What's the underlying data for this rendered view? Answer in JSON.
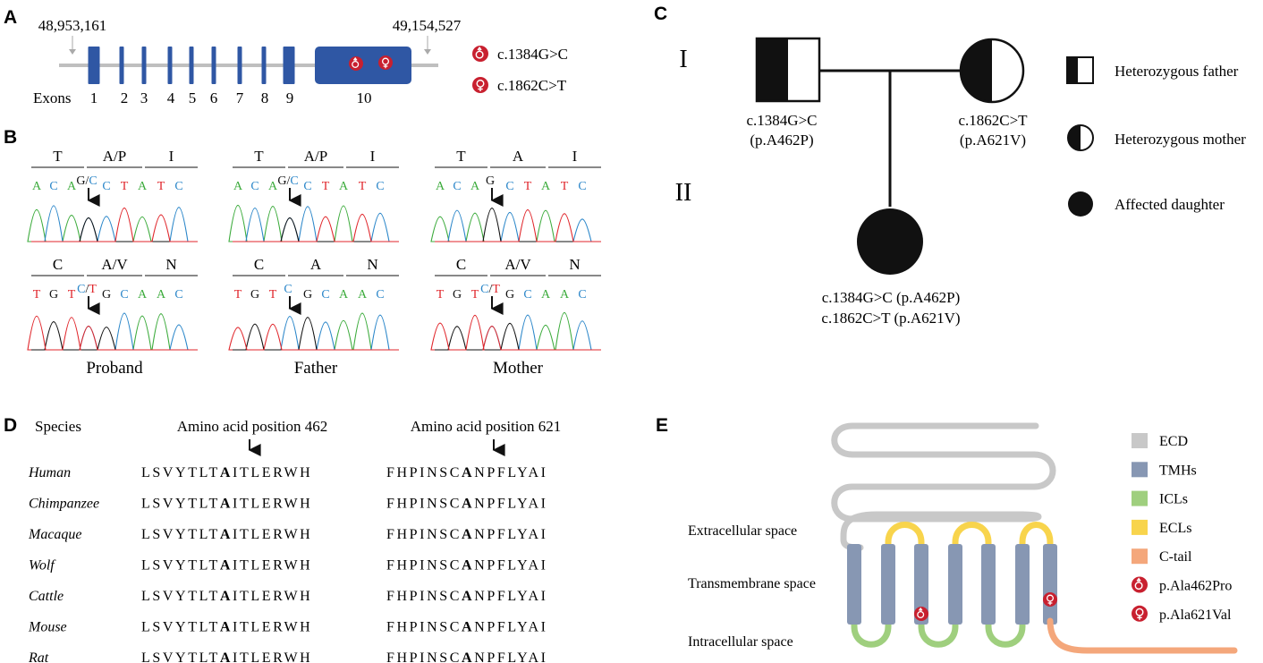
{
  "panel_labels": {
    "a": "A",
    "b": "B",
    "c": "C",
    "d": "D",
    "e": "E"
  },
  "panel_a": {
    "start_coord": "48,953,161",
    "end_coord": "49,154,527",
    "exons_label": "Exons",
    "exon_numbers": [
      "1",
      "2",
      "3",
      "4",
      "5",
      "6",
      "7",
      "8",
      "9",
      "10"
    ],
    "legend": [
      {
        "symbol": "male",
        "text": "c.1384G>C"
      },
      {
        "symbol": "female",
        "text": "c.1862C>T"
      }
    ],
    "colors": {
      "exon": "#2f57a4",
      "intron": "#bfbfbf",
      "mutation": "#c8202f"
    }
  },
  "panel_b": {
    "panels": [
      {
        "name": "Proband",
        "rows": [
          {
            "codons": [
              "T",
              "A/P",
              "I"
            ],
            "allele": [
              "G",
              "/",
              "C"
            ],
            "bases": [
              "A",
              "C",
              "A",
              "C",
              "T",
              "A",
              "T",
              "C"
            ]
          },
          {
            "codons": [
              "C",
              "A/V",
              "N"
            ],
            "allele": [
              "C",
              "/",
              "T"
            ],
            "bases": [
              "T",
              "G",
              "T",
              "G",
              "C",
              "A",
              "A",
              "C"
            ]
          }
        ]
      },
      {
        "name": "Father",
        "rows": [
          {
            "codons": [
              "T",
              "A/P",
              "I"
            ],
            "allele": [
              "G",
              "/",
              "C"
            ],
            "bases": [
              "A",
              "C",
              "A",
              "C",
              "T",
              "A",
              "T",
              "C"
            ]
          },
          {
            "codons": [
              "C",
              "A",
              "N"
            ],
            "allele": [
              "C",
              "",
              ""
            ],
            "bases": [
              "T",
              "G",
              "T",
              "G",
              "C",
              "A",
              "A",
              "C"
            ]
          }
        ]
      },
      {
        "name": "Mother",
        "rows": [
          {
            "codons": [
              "T",
              "A",
              "I"
            ],
            "allele": [
              "G",
              "",
              ""
            ],
            "bases": [
              "A",
              "C",
              "A",
              "C",
              "T",
              "A",
              "T",
              "C"
            ]
          },
          {
            "codons": [
              "C",
              "A/V",
              "N"
            ],
            "allele": [
              "C",
              "/",
              "T"
            ],
            "bases": [
              "T",
              "G",
              "T",
              "G",
              "C",
              "A",
              "A",
              "C"
            ]
          }
        ]
      }
    ],
    "base_colors": {
      "A": "#3cab3c",
      "C": "#2a86c9",
      "G": "#111111",
      "T": "#e0262b"
    }
  },
  "panel_c": {
    "generations": [
      "I",
      "II"
    ],
    "father_label": [
      "c.1384G>C",
      "(p.A462P)"
    ],
    "mother_label": [
      "c.1862C>T",
      "(p.A621V)"
    ],
    "daughter_label": [
      "c.1384G>C (p.A462P)",
      "c.1862C>T (p.A621V)"
    ],
    "legend": [
      "Heterozygous father",
      "Heterozygous mother",
      "Affected daughter"
    ]
  },
  "panel_d": {
    "species_header": "Species",
    "position_headers": [
      "Amino acid position 462",
      "Amino acid position 621"
    ],
    "rows": [
      {
        "species": "Human",
        "seq1": "LSVYTLTAITLERWH",
        "seq2": "FHPINSCANPFLYAI"
      },
      {
        "species": "Chimpanzee",
        "seq1": "LSVYTLTAITLERWH",
        "seq2": "FHPINSCANPFLYAI"
      },
      {
        "species": "Macaque",
        "seq1": "LSVYTLTAITLERWH",
        "seq2": "FHPINSCANPFLYAI"
      },
      {
        "species": "Wolf",
        "seq1": "LSVYTLTAITLERWH",
        "seq2": "FHPINSCANPFLYAI"
      },
      {
        "species": "Cattle",
        "seq1": "LSVYTLTAITLERWH",
        "seq2": "FHPINSCANPFLYAI"
      },
      {
        "species": "Mouse",
        "seq1": "LSVYTLTAITLERWH",
        "seq2": "FHPINSCANPFLYAI"
      },
      {
        "species": "Rat",
        "seq1": "LSVYTLTAITLERWH",
        "seq2": "FHPINSCANPFLYAI"
      }
    ],
    "highlight_index": 7
  },
  "panel_e": {
    "space_labels": [
      "Extracellular space",
      "Transmembrane space",
      "Intracellular space"
    ],
    "legend": [
      {
        "type": "bar",
        "color": "#c8c8c8",
        "text": "ECD"
      },
      {
        "type": "bar",
        "color": "#8797b3",
        "text": "TMHs"
      },
      {
        "type": "bar",
        "color": "#9fcf7e",
        "text": "ICLs"
      },
      {
        "type": "bar",
        "color": "#f8d44c",
        "text": "ECLs"
      },
      {
        "type": "bar",
        "color": "#f4a77b",
        "text": "C-tail"
      },
      {
        "type": "male",
        "color": "#c8202f",
        "text": "p.Ala462Pro"
      },
      {
        "type": "female",
        "color": "#c8202f",
        "text": "p.Ala621Val"
      }
    ]
  }
}
